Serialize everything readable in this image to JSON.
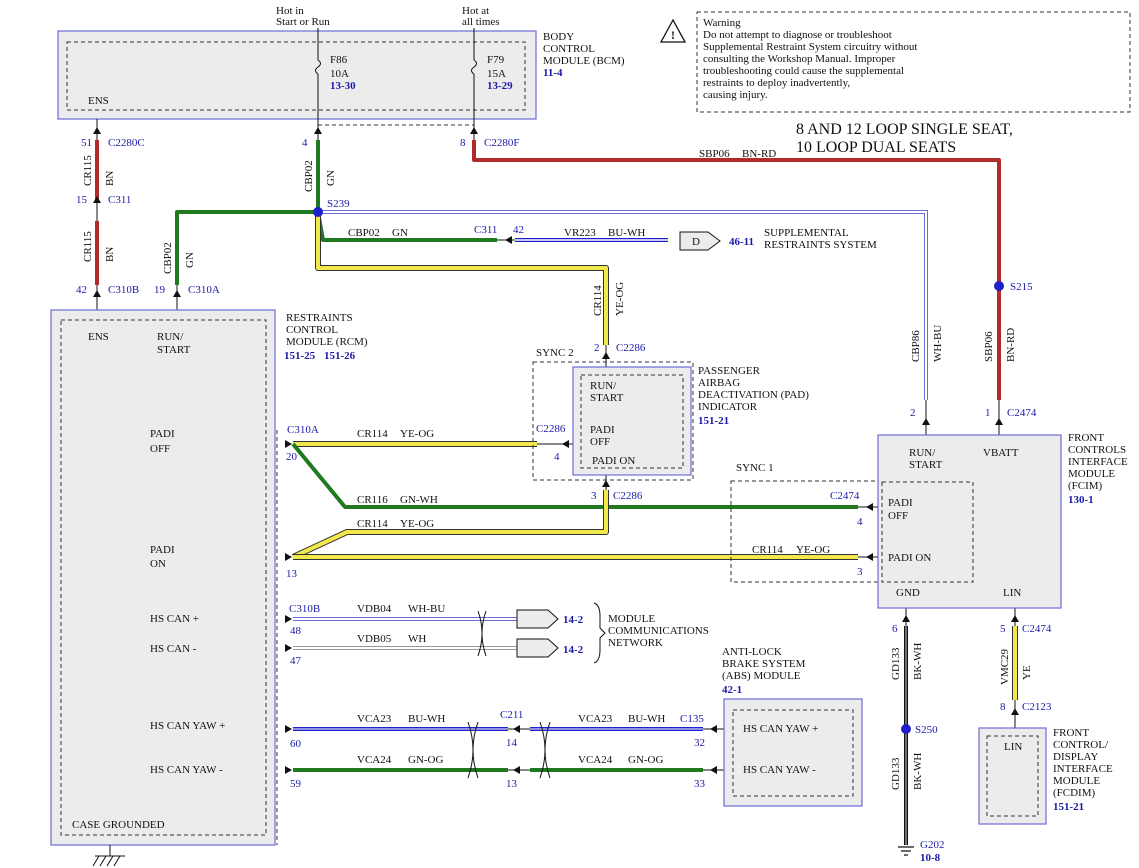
{
  "warning": {
    "lines": [
      "Warning",
      "Do not attempt to diagnose or troubleshoot",
      "Supplemental Restraint System circuitry without",
      "consulting the Workshop Manual. Improper",
      "troubleshooting could cause the supplemental",
      "restraints to deploy inadvertently,",
      "causing injury."
    ]
  },
  "heading": {
    "line1": "8 AND 12 LOOP SINGLE SEAT,",
    "line2": "10 LOOP DUAL SEATS"
  },
  "bcm": {
    "name": [
      "BODY",
      "CONTROL",
      "MODULE (BCM)"
    ],
    "ref": "11-4",
    "pin_label": "ENS",
    "hot1": [
      "Hot in",
      "Start or Run"
    ],
    "hot2": [
      "Hot at",
      "all times"
    ],
    "fuse1": {
      "id": "F86",
      "rating": "10A",
      "ref": "13-30"
    },
    "fuse2": {
      "id": "F79",
      "rating": "15A",
      "ref": "13-29"
    }
  },
  "connectors": {
    "c2280c": "C2280C",
    "c2280f": "C2280F",
    "c311a": "C311",
    "c311b": "C311",
    "c310b": "C310B",
    "c310a": "C310A",
    "c310a2": "C310A",
    "c310b2": "C310B",
    "c2286a": "C2286",
    "c2286b": "C2286",
    "c2286c": "C2286",
    "c2474a": "C2474",
    "c2474b": "C2474",
    "c2474c": "C2474",
    "c211": "C211",
    "c135": "C135",
    "c2123": "C2123"
  },
  "splices": {
    "s239": "S239",
    "s215": "S215",
    "s250": "S250"
  },
  "pins": {
    "p51": "51",
    "p15": "15",
    "p42a": "42",
    "p4": "4",
    "p8a": "8",
    "p42b": "42",
    "p19": "19",
    "p2a": "2",
    "p2b": "2",
    "p1": "1",
    "p20": "20",
    "p4b": "4",
    "p3a": "3",
    "p4c": "4",
    "p13": "13",
    "p3b": "3",
    "p48": "48",
    "p47": "47",
    "p60": "60",
    "p59": "59",
    "p14a": "14",
    "p13b": "13",
    "p32": "32",
    "p33": "33",
    "p6": "6",
    "p5": "5",
    "p8b": "8"
  },
  "wires": {
    "cr115a": {
      "circuit": "CR115",
      "color": "BN"
    },
    "cr115b": {
      "circuit": "CR115",
      "color": "BN"
    },
    "cbp02a": {
      "circuit": "CBP02",
      "color": "GN"
    },
    "cbp02b": {
      "circuit": "CBP02",
      "color": "GN"
    },
    "cbp02c": {
      "circuit": "CBP02",
      "color": "GN"
    },
    "vr223": {
      "circuit": "VR223",
      "color": "BU-WH"
    },
    "sbp06a": {
      "circuit": "SBP06",
      "color": "BN-RD"
    },
    "sbp06b": {
      "circuit": "SBP06",
      "color": "BN-RD"
    },
    "cbp86": {
      "circuit": "CBP86",
      "color": "WH-BU"
    },
    "cr114a": {
      "circuit": "CR114",
      "color": "YE-OG"
    },
    "cr114b": {
      "circuit": "CR114",
      "color": "YE-OG"
    },
    "cr114c": {
      "circuit": "CR114",
      "color": "YE-OG"
    },
    "cr114d": {
      "circuit": "CR114",
      "color": "YE-OG"
    },
    "cr116": {
      "circuit": "CR116",
      "color": "GN-WH"
    },
    "vdb04": {
      "circuit": "VDB04",
      "color": "WH-BU"
    },
    "vdb05": {
      "circuit": "VDB05",
      "color": "WH"
    },
    "vca23a": {
      "circuit": "VCA23",
      "color": "BU-WH"
    },
    "vca23b": {
      "circuit": "VCA23",
      "color": "BU-WH"
    },
    "vca24a": {
      "circuit": "VCA24",
      "color": "GN-OG"
    },
    "vca24b": {
      "circuit": "VCA24",
      "color": "GN-OG"
    },
    "gd133a": {
      "circuit": "GD133",
      "color": "BK-WH"
    },
    "gd133b": {
      "circuit": "GD133",
      "color": "BK-WH"
    },
    "vmc29": {
      "circuit": "VMC29",
      "color": "YE"
    }
  },
  "srs": {
    "tag": "D",
    "ref": "46-11",
    "label": [
      "SUPPLEMENTAL",
      "RESTRAINTS SYSTEM"
    ]
  },
  "rcm": {
    "name": [
      "RESTRAINTS",
      "CONTROL",
      "MODULE (RCM)"
    ],
    "ref1": "151-25",
    "ref2": "151-26",
    "ens": "ENS",
    "run_start": [
      "RUN/",
      "START"
    ],
    "padi_off": [
      "PADI",
      "OFF"
    ],
    "padi_on": [
      "PADI",
      "ON"
    ],
    "hs_can_plus": "HS CAN +",
    "hs_can_minus": "HS CAN -",
    "yaw_plus": "HS CAN YAW +",
    "yaw_minus": "HS CAN YAW -",
    "case": "CASE GROUNDED"
  },
  "pad": {
    "sync": "SYNC 2",
    "name": [
      "PASSENGER",
      "AIRBAG",
      "DEACTIVATION (PAD)",
      "INDICATOR"
    ],
    "ref": "151-21",
    "run_start": [
      "RUN/",
      "START"
    ],
    "padi_off": [
      "PADI",
      "OFF"
    ],
    "padi_on": "PADI ON"
  },
  "fcim": {
    "sync": "SYNC 1",
    "name": [
      "FRONT",
      "CONTROLS",
      "INTERFACE",
      "MODULE",
      "(FCIM)"
    ],
    "ref": "130-1",
    "run_start": [
      "RUN/",
      "START"
    ],
    "vbatt": "VBATT",
    "padi_off": [
      "PADI",
      "OFF"
    ],
    "padi_on": "PADI ON",
    "gnd": "GND",
    "lin": "LIN"
  },
  "mcn": {
    "ref1": "14-2",
    "ref2": "14-2",
    "label": [
      "MODULE",
      "COMMUNICATIONS",
      "NETWORK"
    ]
  },
  "abs": {
    "name": [
      "ANTI-LOCK",
      "BRAKE SYSTEM",
      "(ABS) MODULE"
    ],
    "ref": "42-1",
    "yaw_plus": "HS CAN YAW +",
    "yaw_minus": "HS CAN YAW -"
  },
  "fcdim": {
    "name": [
      "FRONT",
      "CONTROL/",
      "DISPLAY",
      "INTERFACE",
      "MODULE",
      "(FCDIM)"
    ],
    "ref": "151-21",
    "lin": "LIN"
  },
  "ground": {
    "id": "G202",
    "ref": "10-8"
  }
}
